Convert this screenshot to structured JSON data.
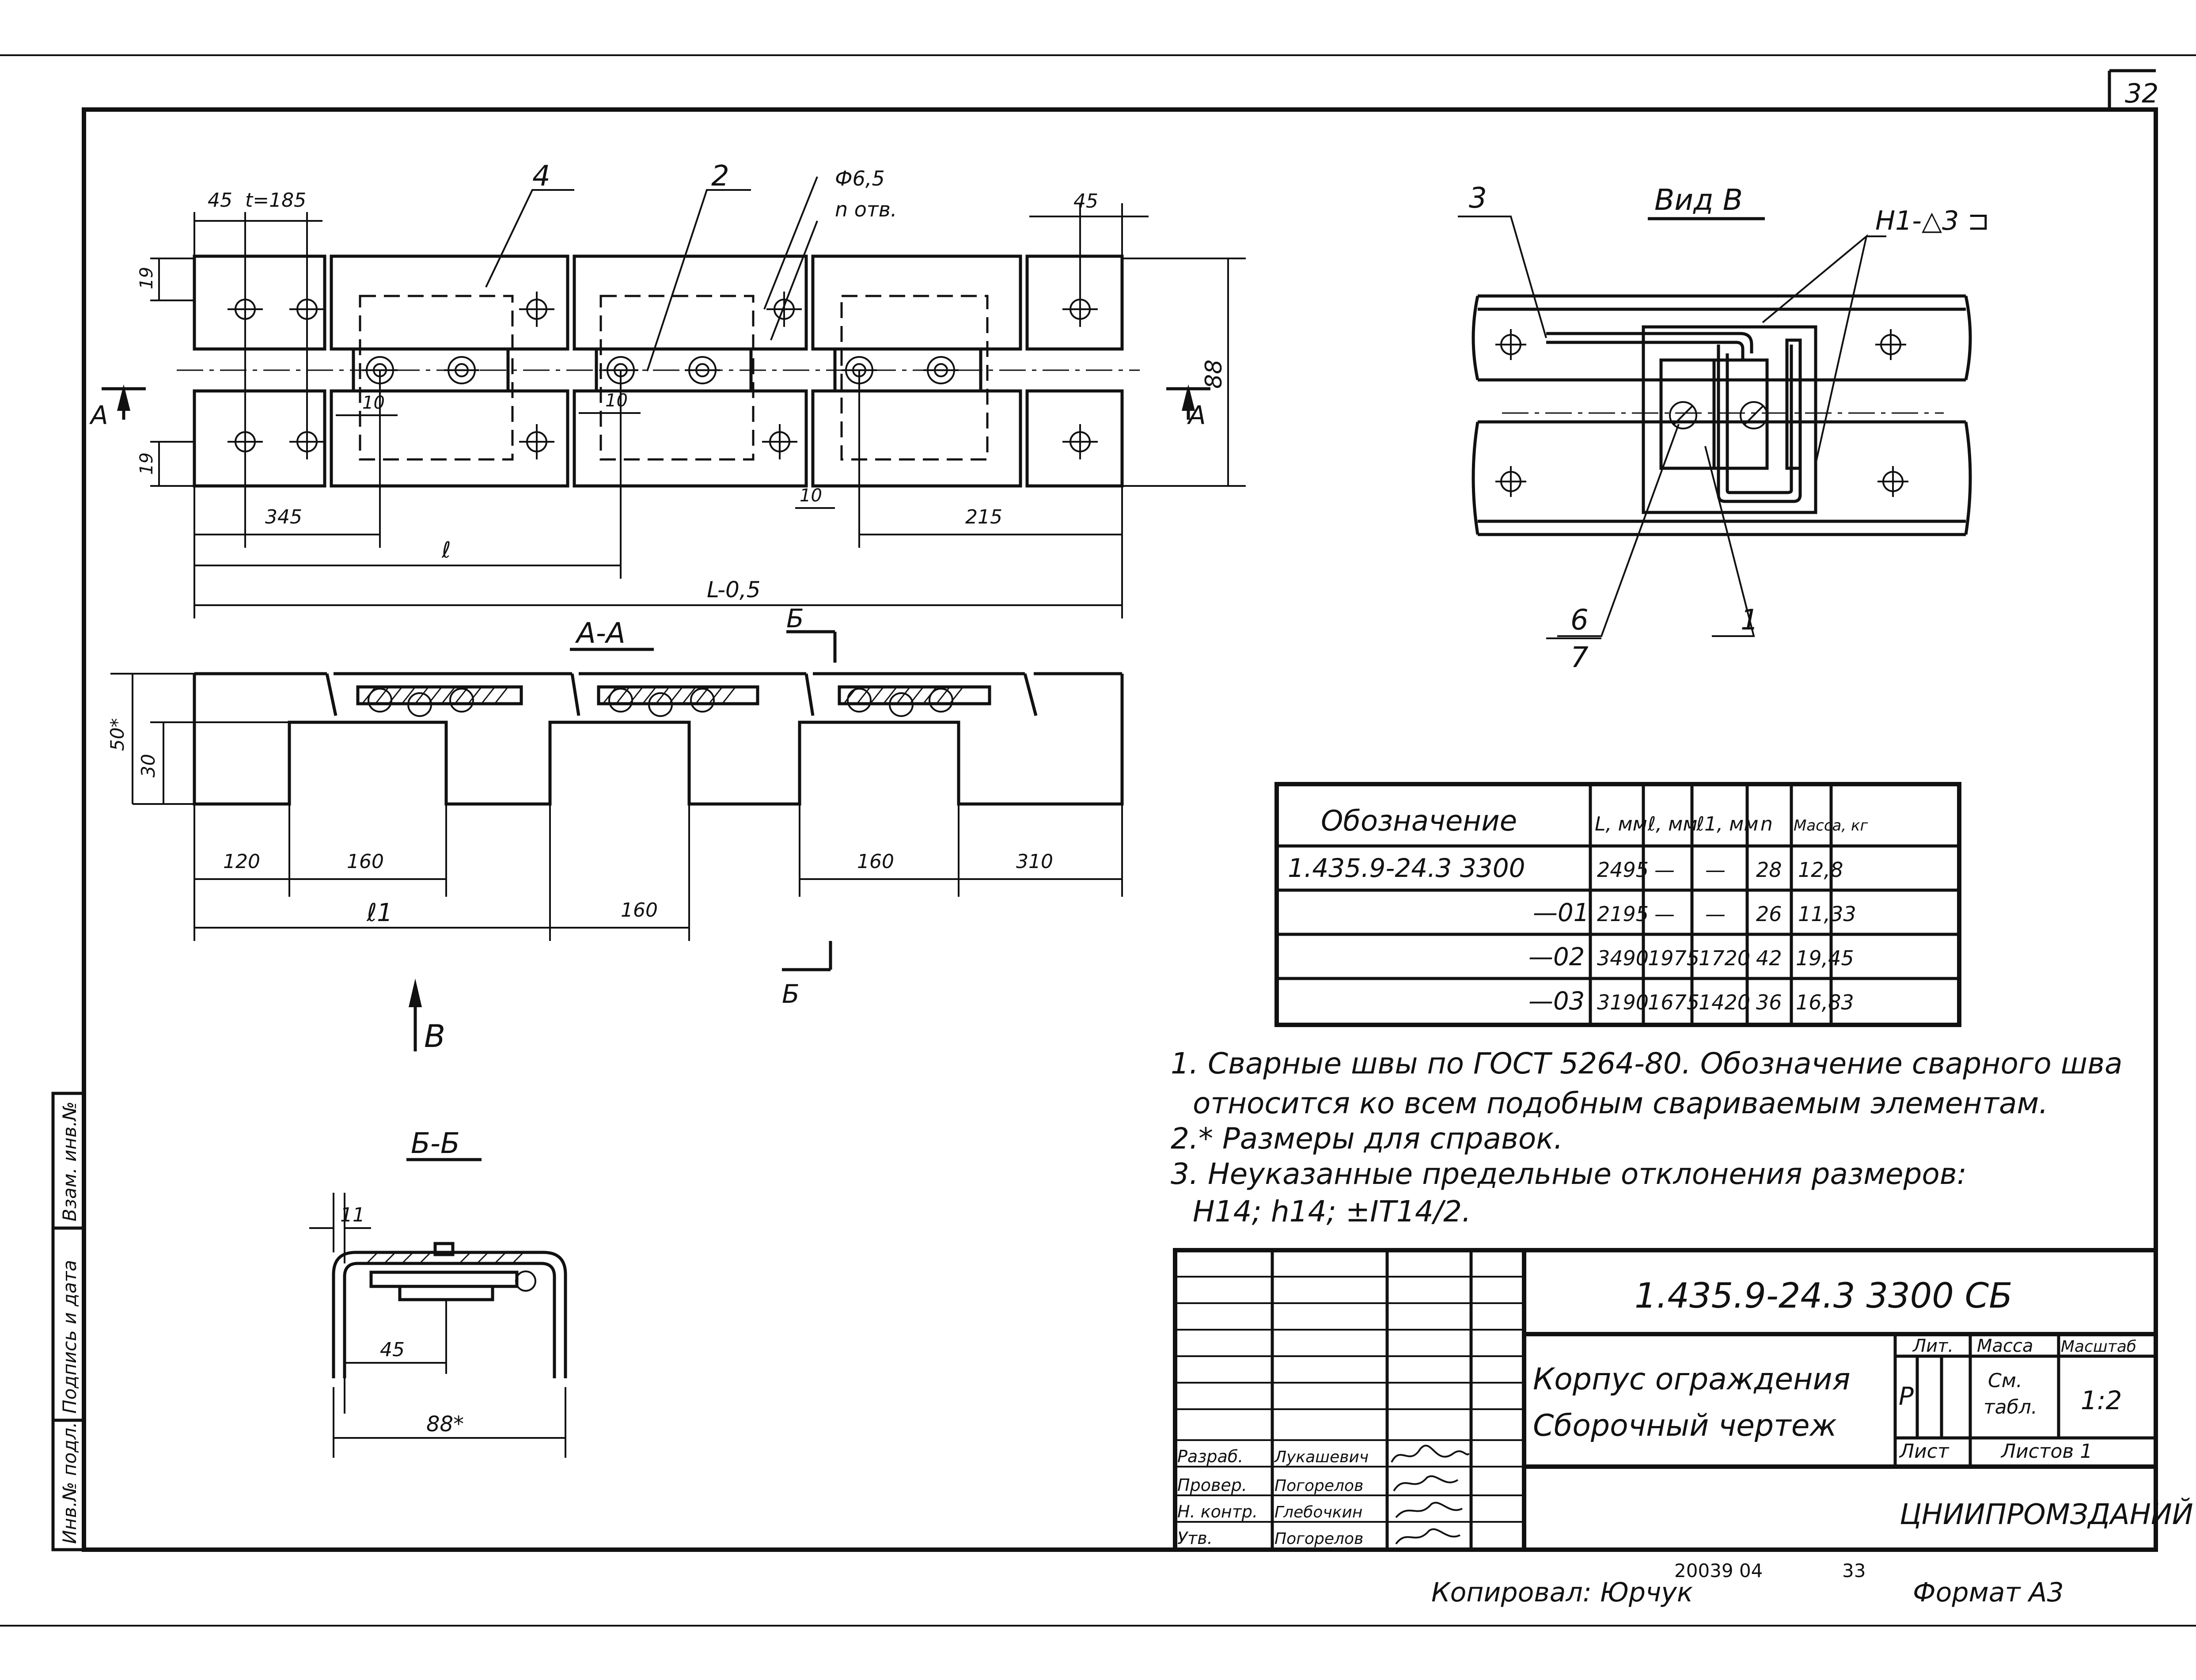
{
  "sheet": {
    "page_number": "32",
    "copied_by": "Копировал: Юрчук",
    "archive_number": "20039 04",
    "archive_sheet": "33",
    "format": "Формат А3"
  },
  "side_stamp": {
    "inv_no_orig": "Инв.№ подл.",
    "signature_date": "Подпись и дата",
    "replacing_inv": "Взам. инв.№"
  },
  "plan_view": {
    "leaders": {
      "pos4": "4",
      "pos2": "2"
    },
    "hole_callout": "Ф6,5",
    "hole_count": "n отв.",
    "dim_top_left": "45",
    "dim_pitch": "t=185",
    "dim_top_right": "45",
    "dim_left_upper": "19",
    "dim_left_lower": "19",
    "dim_height": "88",
    "dim_10_a": "10",
    "dim_10_b": "10",
    "dim_10_c": "10",
    "dim_345": "345",
    "dim_215": "215",
    "dim_l": "ℓ",
    "dim_L": "L-0,5",
    "section_mark_left": "А",
    "section_mark_right": "А"
  },
  "section_aa": {
    "title": "А-А",
    "cut_mark_top": "Б",
    "cut_mark_bottom": "Б",
    "view_arrow": "В",
    "dim_50": "50*",
    "dim_30": "30",
    "dim_120": "120",
    "dim_160_a": "160",
    "dim_160_b": "160",
    "dim_310": "310",
    "dim_l1": "ℓ1",
    "dim_160_c": "160"
  },
  "section_bb": {
    "title": "Б-Б",
    "dim_11": "11",
    "dim_45": "45",
    "dim_88": "88*"
  },
  "view_b": {
    "title": "Вид В",
    "weld_callout": "Н1-△3 ⊐",
    "pos3": "3",
    "pos1": "1",
    "pos6": "6",
    "pos7": "7"
  },
  "spec_table": {
    "headers": [
      "Обозначение",
      "L, мм",
      "ℓ, мм",
      "ℓ1, мм",
      "n",
      "Масса, кг"
    ],
    "rows": [
      [
        "1.435.9-24.3 3300",
        "2495",
        "—",
        "—",
        "28",
        "12,8"
      ],
      [
        "—01",
        "2195",
        "—",
        "—",
        "26",
        "11,33"
      ],
      [
        "—02",
        "3490",
        "1975",
        "1720",
        "42",
        "19,45"
      ],
      [
        "—03",
        "3190",
        "1675",
        "1420",
        "36",
        "16,83"
      ]
    ]
  },
  "notes": [
    "1. Сварные швы по ГОСТ 5264-80. Обозначение сварного шва",
    "относится ко всем подобным свариваемым элементам.",
    "2.* Размеры для справок.",
    "3. Неуказанные предельные отклонения размеров:",
    "Н14; h14; ±IT14/2."
  ],
  "title_block": {
    "designation": "1.435.9-24.3 3300 СБ",
    "name_line1": "Корпус ограждения",
    "name_line2": "Сборочный чертеж",
    "lit_label": "Лит.",
    "mass_label": "Масса",
    "scale_label": "Масштаб",
    "lit_value": "Р",
    "mass_value_line1": "См.",
    "mass_value_line2": "табл.",
    "scale_value": "1:2",
    "sheet_label": "Лист",
    "sheets_label": "Листов 1",
    "organization": "ЦНИИПРОМЗДАНИЙ",
    "roles": [
      "Разраб.",
      "Провер.",
      "Н. контр.",
      "Утв."
    ],
    "names": [
      "Лукашевич",
      "Погорелов",
      "Глебочкин",
      "Погорелов"
    ]
  }
}
